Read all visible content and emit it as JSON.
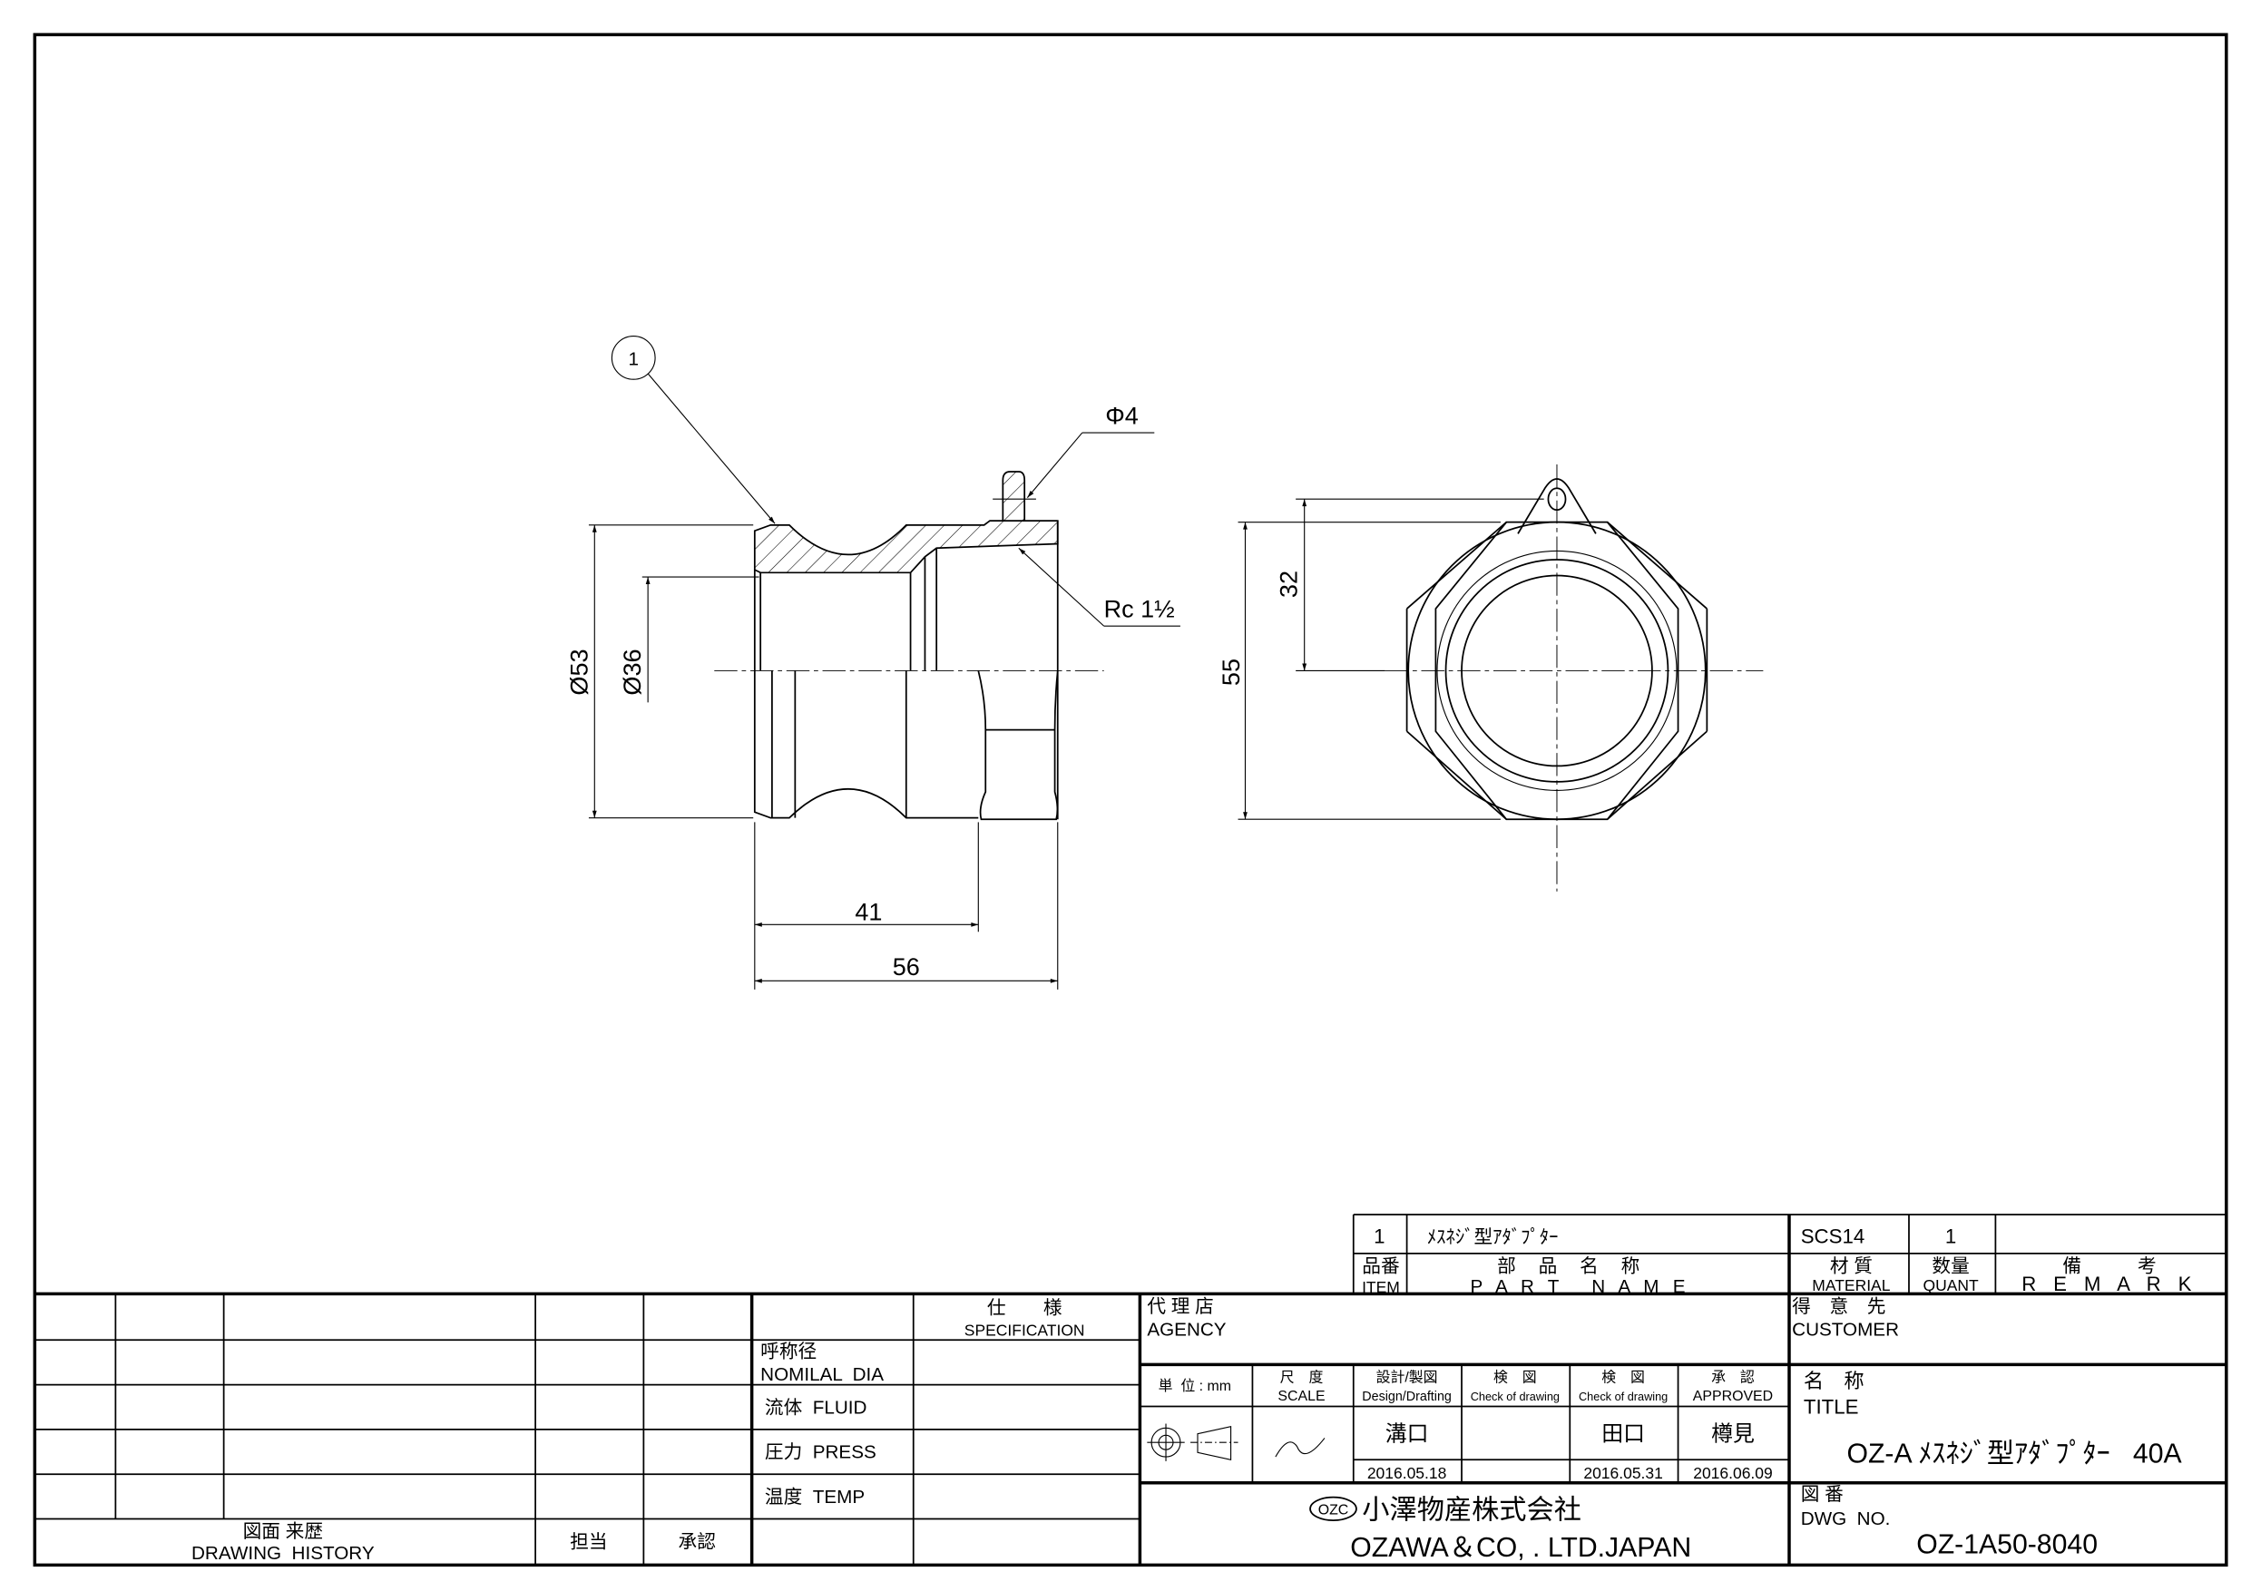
{
  "drawing": {
    "balloon": "1",
    "dims": {
      "outer_dia": "Ø53",
      "inner_dia": "Ø36",
      "len_41": "41",
      "len_56": "56",
      "hole": "Φ4",
      "thread": "Rc 1½",
      "hex_flats": "55",
      "hole_offset": "32"
    }
  },
  "parts_list": {
    "row": {
      "item": "1",
      "part_name": "ﾒｽﾈｼﾞ型ｱﾀﾞﾌﾟﾀｰ",
      "material": "SCS14",
      "quantity": "1",
      "remark": ""
    },
    "headers": {
      "item_jp": "品番",
      "item_en": "ITEM",
      "part_jp": "部 品 名 称",
      "part_en": "P A R T   N A M E",
      "material_jp": "材 質",
      "material_en": "MATERIAL",
      "quant_jp": "数量",
      "quant_en": "QUANT",
      "remark_jp": "備　　　考",
      "remark_en": "R E M A R K"
    }
  },
  "history": {
    "title_jp": "図面 来歴",
    "title_en": "DRAWING  HISTORY",
    "person": "担当",
    "approval": "承認"
  },
  "spec": {
    "header_jp": "仕　　様",
    "header_en": "SPECIFICATION",
    "nominal_jp": "呼称径",
    "nominal_en": "NOMILAL  DIA",
    "fluid": "流体  FLUID",
    "press": "圧力  PRESS",
    "temp": "温度  TEMP"
  },
  "title_block": {
    "agency_jp": "代 理 店",
    "agency_en": "AGENCY",
    "customer_jp": "得　意　先",
    "customer_en": "CUSTOMER",
    "unit": "単  位 : mm",
    "scale_jp": "尺　度",
    "scale_en": "SCALE",
    "design_jp": "設計/製図",
    "design_en": "Design/Drafting",
    "check1_jp": "検　図",
    "check1_en": "Check of drawing",
    "check2_jp": "検　図",
    "check2_en": "Check of drawing",
    "approved_jp": "承　認",
    "approved_en": "APPROVED",
    "designer": "溝口",
    "checker1": "",
    "checker2": "田口",
    "approver": "樽見",
    "design_date": "2016.05.18",
    "check1_date": "",
    "check2_date": "2016.05.31",
    "approved_date": "2016.06.09",
    "company_logo": "OZC",
    "company_jp": "小澤物産株式会社",
    "company_en": "OZAWA＆CO, . LTD.JAPAN",
    "title_label_jp": "名　称",
    "title_label_en": "TITLE",
    "title": "OZ-A ﾒｽﾈｼﾞ型ｱﾀﾞﾌﾟﾀｰ   40A",
    "dwg_label_jp": "図 番",
    "dwg_label_en": "DWG  NO.",
    "dwg_no": "OZ-1A50-8040"
  }
}
